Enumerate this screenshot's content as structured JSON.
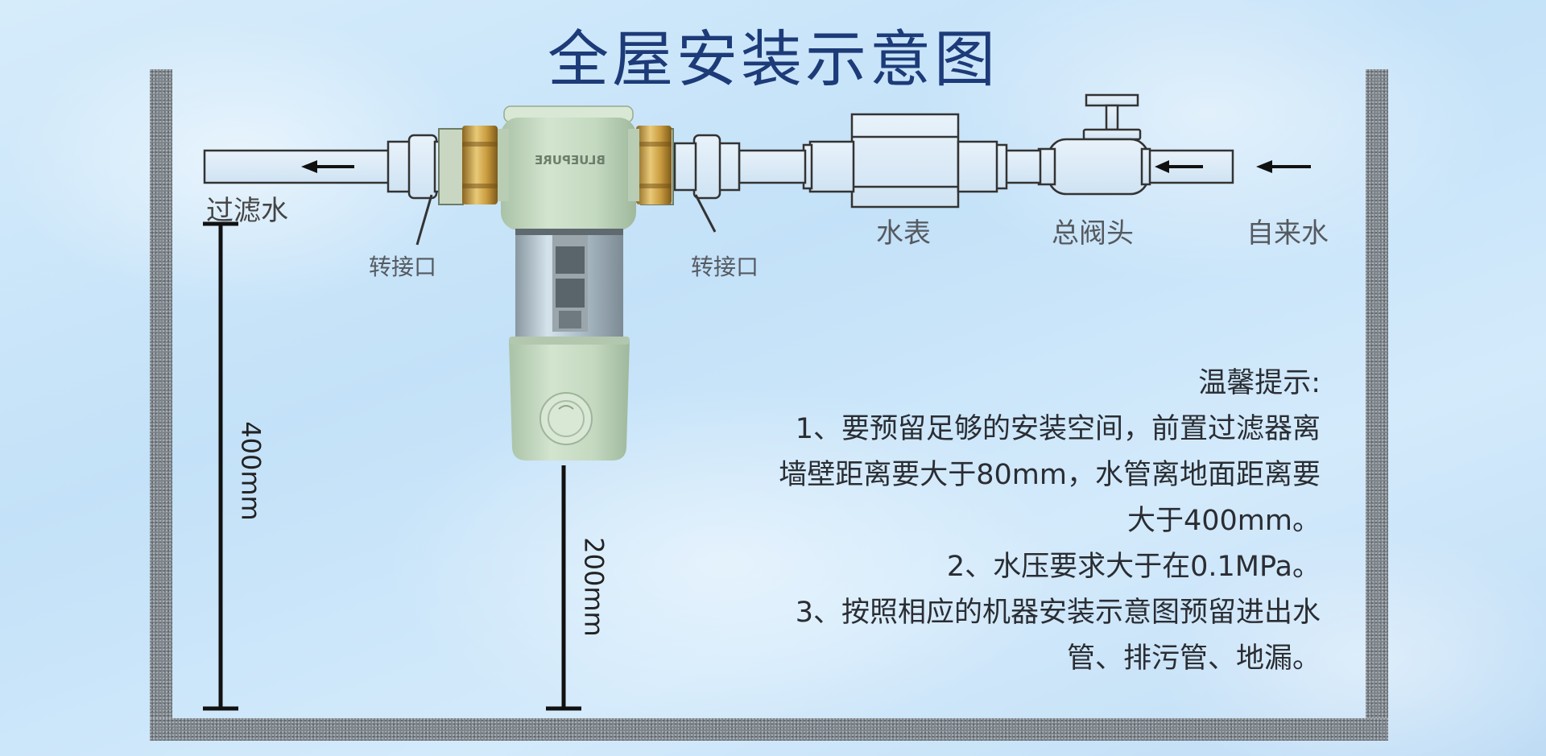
{
  "title": "全屋安装示意图",
  "labels": {
    "tap_water": "自来水",
    "main_valve": "总阀头",
    "water_meter": "水表",
    "adapter_right": "转接口",
    "adapter_left": "转接口",
    "filtered_water": "过滤水",
    "brand": "BLUEPURE"
  },
  "dimensions": {
    "floor_to_pipe": "400mm",
    "floor_to_filter": "200mm"
  },
  "notes": {
    "heading": "温馨提示:",
    "lines": [
      "1、要预留足够的安装空间，前置过滤器离",
      "墙壁距离要大于80mm，水管离地面距离要",
      "大于400mm。",
      "2、水压要求大于在0.1MPa。",
      "3、按照相应的机器安装示意图预留进出水",
      "管、排污管、地漏。"
    ]
  },
  "colors": {
    "title": "#1d3b78",
    "wall": "#808890",
    "filter_body": "#c8dcc4",
    "brass": "#c9a04a"
  }
}
